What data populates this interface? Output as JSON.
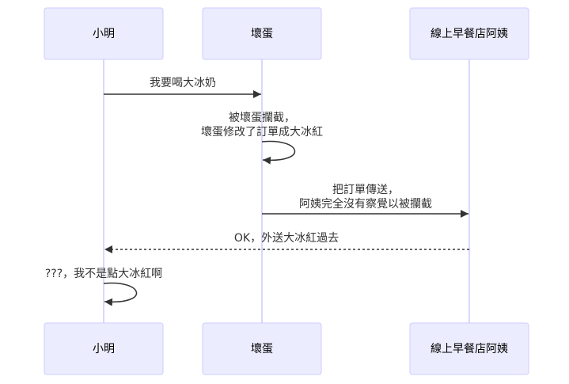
{
  "participants": [
    {
      "id": "ming",
      "label": "小明"
    },
    {
      "id": "bad",
      "label": "壞蛋"
    },
    {
      "id": "shop",
      "label": "線上早餐店阿姨"
    }
  ],
  "messages": [
    {
      "from": "ming",
      "to": "bad",
      "style": "solid",
      "lines": [
        "我要喝大冰奶"
      ]
    },
    {
      "from": "bad",
      "to": "bad",
      "style": "solid",
      "lines": [
        "被壞蛋攔截，",
        "壞蛋修改了訂單成大冰紅"
      ]
    },
    {
      "from": "bad",
      "to": "shop",
      "style": "solid",
      "lines": [
        "把訂單傳送，",
        "阿姨完全沒有察覺以被攔截"
      ]
    },
    {
      "from": "shop",
      "to": "ming",
      "style": "dashed",
      "lines": [
        "OK，外送大冰紅過去"
      ]
    },
    {
      "from": "ming",
      "to": "ming",
      "style": "solid",
      "lines": [
        "???，我不是點大冰紅啊"
      ]
    }
  ]
}
